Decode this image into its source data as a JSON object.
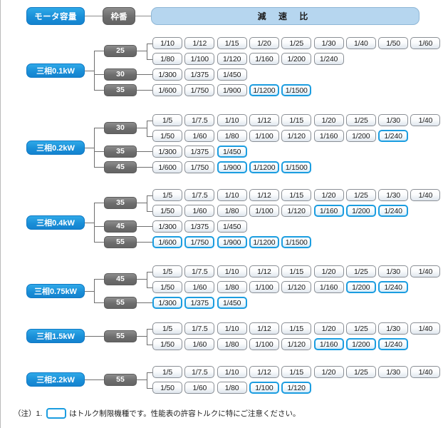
{
  "header": {
    "capacity_label": "モータ容量",
    "frame_label": "枠番",
    "ratio_label": "減 速 比"
  },
  "colors": {
    "capacity_blue": "#1a8fd8",
    "frame_gray": "#6d6d6d",
    "ratio_header_blue": "#b6d6ef",
    "highlight_border": "#1b9de0",
    "box_border": "#8a8f95"
  },
  "note": {
    "prefix": "（注）1.",
    "text": "はトルク制限機種です。性能表の許容トルクに特にご注意ください。"
  },
  "groups": [
    {
      "capacity": "三相0.1kW",
      "frames": [
        {
          "frame": "25",
          "rows": [
            {
              "ratios": [
                {
                  "v": "1/10",
                  "hi": false
                },
                {
                  "v": "1/12",
                  "hi": false
                },
                {
                  "v": "1/15",
                  "hi": false
                },
                {
                  "v": "1/20",
                  "hi": false
                },
                {
                  "v": "1/25",
                  "hi": false
                },
                {
                  "v": "1/30",
                  "hi": false
                },
                {
                  "v": "1/40",
                  "hi": false
                },
                {
                  "v": "1/50",
                  "hi": false
                },
                {
                  "v": "1/60",
                  "hi": false
                }
              ]
            },
            {
              "ratios": [
                {
                  "v": "1/80",
                  "hi": false
                },
                {
                  "v": "1/100",
                  "hi": false
                },
                {
                  "v": "1/120",
                  "hi": false
                },
                {
                  "v": "1/160",
                  "hi": false
                },
                {
                  "v": "1/200",
                  "hi": false
                },
                {
                  "v": "1/240",
                  "hi": false
                }
              ]
            }
          ]
        },
        {
          "frame": "30",
          "rows": [
            {
              "ratios": [
                {
                  "v": "1/300",
                  "hi": false
                },
                {
                  "v": "1/375",
                  "hi": false
                },
                {
                  "v": "1/450",
                  "hi": false
                }
              ]
            }
          ]
        },
        {
          "frame": "35",
          "rows": [
            {
              "ratios": [
                {
                  "v": "1/600",
                  "hi": false
                },
                {
                  "v": "1/750",
                  "hi": false
                },
                {
                  "v": "1/900",
                  "hi": false
                },
                {
                  "v": "1/1200",
                  "hi": true
                },
                {
                  "v": "1/1500",
                  "hi": true
                }
              ]
            }
          ]
        }
      ]
    },
    {
      "capacity": "三相0.2kW",
      "frames": [
        {
          "frame": "30",
          "rows": [
            {
              "ratios": [
                {
                  "v": "1/5",
                  "hi": false
                },
                {
                  "v": "1/7.5",
                  "hi": false
                },
                {
                  "v": "1/10",
                  "hi": false
                },
                {
                  "v": "1/12",
                  "hi": false
                },
                {
                  "v": "1/15",
                  "hi": false
                },
                {
                  "v": "1/20",
                  "hi": false
                },
                {
                  "v": "1/25",
                  "hi": false
                },
                {
                  "v": "1/30",
                  "hi": false
                },
                {
                  "v": "1/40",
                  "hi": false
                }
              ]
            },
            {
              "ratios": [
                {
                  "v": "1/50",
                  "hi": false
                },
                {
                  "v": "1/60",
                  "hi": false
                },
                {
                  "v": "1/80",
                  "hi": false
                },
                {
                  "v": "1/100",
                  "hi": false
                },
                {
                  "v": "1/120",
                  "hi": false
                },
                {
                  "v": "1/160",
                  "hi": false
                },
                {
                  "v": "1/200",
                  "hi": false
                },
                {
                  "v": "1/240",
                  "hi": true
                }
              ]
            }
          ]
        },
        {
          "frame": "35",
          "rows": [
            {
              "ratios": [
                {
                  "v": "1/300",
                  "hi": false
                },
                {
                  "v": "1/375",
                  "hi": false
                },
                {
                  "v": "1/450",
                  "hi": true
                }
              ]
            }
          ]
        },
        {
          "frame": "45",
          "rows": [
            {
              "ratios": [
                {
                  "v": "1/600",
                  "hi": false
                },
                {
                  "v": "1/750",
                  "hi": false
                },
                {
                  "v": "1/900",
                  "hi": true
                },
                {
                  "v": "1/1200",
                  "hi": true
                },
                {
                  "v": "1/1500",
                  "hi": true
                }
              ]
            }
          ]
        }
      ]
    },
    {
      "capacity": "三相0.4kW",
      "frames": [
        {
          "frame": "35",
          "rows": [
            {
              "ratios": [
                {
                  "v": "1/5",
                  "hi": false
                },
                {
                  "v": "1/7.5",
                  "hi": false
                },
                {
                  "v": "1/10",
                  "hi": false
                },
                {
                  "v": "1/12",
                  "hi": false
                },
                {
                  "v": "1/15",
                  "hi": false
                },
                {
                  "v": "1/20",
                  "hi": false
                },
                {
                  "v": "1/25",
                  "hi": false
                },
                {
                  "v": "1/30",
                  "hi": false
                },
                {
                  "v": "1/40",
                  "hi": false
                }
              ]
            },
            {
              "ratios": [
                {
                  "v": "1/50",
                  "hi": false
                },
                {
                  "v": "1/60",
                  "hi": false
                },
                {
                  "v": "1/80",
                  "hi": false
                },
                {
                  "v": "1/100",
                  "hi": false
                },
                {
                  "v": "1/120",
                  "hi": false
                },
                {
                  "v": "1/160",
                  "hi": true
                },
                {
                  "v": "1/200",
                  "hi": true
                },
                {
                  "v": "1/240",
                  "hi": true
                }
              ]
            }
          ]
        },
        {
          "frame": "45",
          "rows": [
            {
              "ratios": [
                {
                  "v": "1/300",
                  "hi": false
                },
                {
                  "v": "1/375",
                  "hi": false
                },
                {
                  "v": "1/450",
                  "hi": false
                }
              ]
            }
          ]
        },
        {
          "frame": "55",
          "rows": [
            {
              "ratios": [
                {
                  "v": "1/600",
                  "hi": true
                },
                {
                  "v": "1/750",
                  "hi": true
                },
                {
                  "v": "1/900",
                  "hi": true
                },
                {
                  "v": "1/1200",
                  "hi": true
                },
                {
                  "v": "1/1500",
                  "hi": true
                }
              ]
            }
          ]
        }
      ]
    },
    {
      "capacity": "三相0.75kW",
      "frames": [
        {
          "frame": "45",
          "rows": [
            {
              "ratios": [
                {
                  "v": "1/5",
                  "hi": false
                },
                {
                  "v": "1/7.5",
                  "hi": false
                },
                {
                  "v": "1/10",
                  "hi": false
                },
                {
                  "v": "1/12",
                  "hi": false
                },
                {
                  "v": "1/15",
                  "hi": false
                },
                {
                  "v": "1/20",
                  "hi": false
                },
                {
                  "v": "1/25",
                  "hi": false
                },
                {
                  "v": "1/30",
                  "hi": false
                },
                {
                  "v": "1/40",
                  "hi": false
                }
              ]
            },
            {
              "ratios": [
                {
                  "v": "1/50",
                  "hi": false
                },
                {
                  "v": "1/60",
                  "hi": false
                },
                {
                  "v": "1/80",
                  "hi": false
                },
                {
                  "v": "1/100",
                  "hi": false
                },
                {
                  "v": "1/120",
                  "hi": false
                },
                {
                  "v": "1/160",
                  "hi": false
                },
                {
                  "v": "1/200",
                  "hi": true
                },
                {
                  "v": "1/240",
                  "hi": true
                }
              ]
            }
          ]
        },
        {
          "frame": "55",
          "rows": [
            {
              "ratios": [
                {
                  "v": "1/300",
                  "hi": true
                },
                {
                  "v": "1/375",
                  "hi": true
                },
                {
                  "v": "1/450",
                  "hi": true
                }
              ]
            }
          ]
        }
      ]
    },
    {
      "capacity": "三相1.5kW",
      "frames": [
        {
          "frame": "55",
          "rows": [
            {
              "ratios": [
                {
                  "v": "1/5",
                  "hi": false
                },
                {
                  "v": "1/7.5",
                  "hi": false
                },
                {
                  "v": "1/10",
                  "hi": false
                },
                {
                  "v": "1/12",
                  "hi": false
                },
                {
                  "v": "1/15",
                  "hi": false
                },
                {
                  "v": "1/20",
                  "hi": false
                },
                {
                  "v": "1/25",
                  "hi": false
                },
                {
                  "v": "1/30",
                  "hi": false
                },
                {
                  "v": "1/40",
                  "hi": false
                }
              ]
            },
            {
              "ratios": [
                {
                  "v": "1/50",
                  "hi": false
                },
                {
                  "v": "1/60",
                  "hi": false
                },
                {
                  "v": "1/80",
                  "hi": false
                },
                {
                  "v": "1/100",
                  "hi": false
                },
                {
                  "v": "1/120",
                  "hi": false
                },
                {
                  "v": "1/160",
                  "hi": true
                },
                {
                  "v": "1/200",
                  "hi": true
                },
                {
                  "v": "1/240",
                  "hi": true
                }
              ]
            }
          ]
        }
      ]
    },
    {
      "capacity": "三相2.2kW",
      "frames": [
        {
          "frame": "55",
          "rows": [
            {
              "ratios": [
                {
                  "v": "1/5",
                  "hi": false
                },
                {
                  "v": "1/7.5",
                  "hi": false
                },
                {
                  "v": "1/10",
                  "hi": false
                },
                {
                  "v": "1/12",
                  "hi": false
                },
                {
                  "v": "1/15",
                  "hi": false
                },
                {
                  "v": "1/20",
                  "hi": false
                },
                {
                  "v": "1/25",
                  "hi": false
                },
                {
                  "v": "1/30",
                  "hi": false
                },
                {
                  "v": "1/40",
                  "hi": false
                }
              ]
            },
            {
              "ratios": [
                {
                  "v": "1/50",
                  "hi": false
                },
                {
                  "v": "1/60",
                  "hi": false
                },
                {
                  "v": "1/80",
                  "hi": false
                },
                {
                  "v": "1/100",
                  "hi": true
                },
                {
                  "v": "1/120",
                  "hi": true
                }
              ]
            }
          ]
        }
      ]
    }
  ]
}
